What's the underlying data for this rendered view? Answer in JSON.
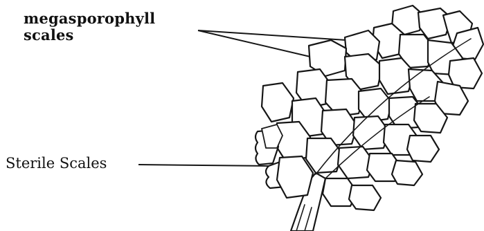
{
  "diagram": {
    "labels": {
      "megasporophyll_line1": "megasporophyll",
      "megasporophyll_line2": "scales",
      "sterile": "Sterile Scales"
    },
    "colors": {
      "ink": "#161616",
      "background": "#ffffff"
    }
  }
}
